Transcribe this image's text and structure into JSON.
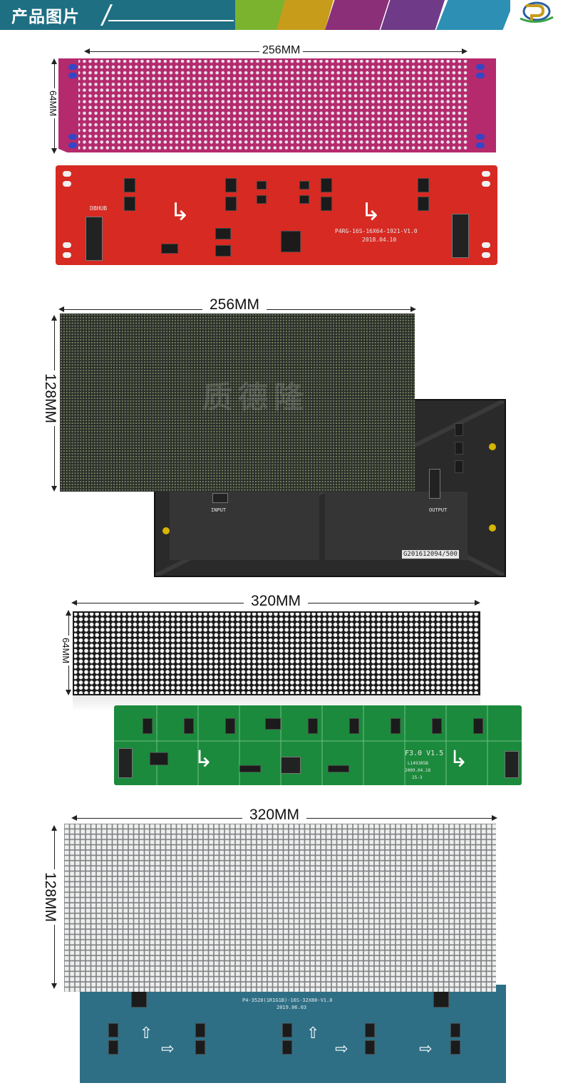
{
  "header": {
    "title": "产品图片",
    "colors": [
      "#1f6f83",
      "#7bb32e",
      "#c79c1b",
      "#8a2f78",
      "#7b3a8c",
      "#2d8fb3"
    ]
  },
  "products": [
    {
      "width_label": "256MM",
      "height_label": "64MM",
      "front_color": "#b42a6c",
      "back_color": "#d62a23",
      "silk": [
        "P4RG-16S-16X64-1921-V1.0",
        "2018.04.10",
        "DBHUB"
      ]
    },
    {
      "width_label": "256MM",
      "height_label": "128MM",
      "front_color": "#2b2d2b",
      "back_color": "#2a2a2a",
      "silk": [
        "INPUT",
        "OUTPUT",
        "G201612094/500"
      ]
    },
    {
      "width_label": "320MM",
      "height_label": "64MM",
      "front_color": "#1a1a1a",
      "back_color": "#1c8a3c",
      "silk": [
        "F3.0 V1.5",
        "L149385B",
        "2009.04.18",
        "25-3"
      ]
    },
    {
      "width_label": "320MM",
      "height_label": "128MM",
      "front_color": "#7c7f80",
      "back_color": "#2e6f86",
      "silk": [
        "P4-3528(1R1G1B)-16S-32X80-V1.0",
        "2019.06.03"
      ]
    }
  ],
  "watermark": "质德隆"
}
